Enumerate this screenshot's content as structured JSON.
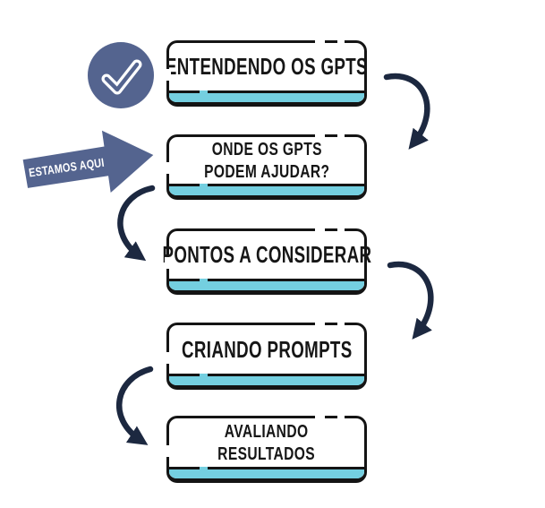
{
  "flow": {
    "marker": {
      "label": "ESTAMOS AQUI"
    },
    "steps": [
      {
        "lines": [
          "ENTENDENDO OS GPTS"
        ],
        "status": "completed"
      },
      {
        "lines": [
          "ONDE OS GPTS",
          "PODEM AJUDAR?"
        ],
        "status": "current"
      },
      {
        "lines": [
          "PONTOS A CONSIDERAR"
        ],
        "status": "upcoming"
      },
      {
        "lines": [
          "CRIANDO PROMPTS"
        ],
        "status": "upcoming"
      },
      {
        "lines": [
          "AVALIANDO",
          "RESULTADOS"
        ],
        "status": "upcoming"
      }
    ],
    "icons": {
      "completed": "check-circle-icon"
    },
    "colors": {
      "box_accent": "#74cfe0",
      "marker_fill": "#54648f",
      "connector": "#1c2840",
      "outline": "#141414",
      "text": "#161616"
    }
  }
}
